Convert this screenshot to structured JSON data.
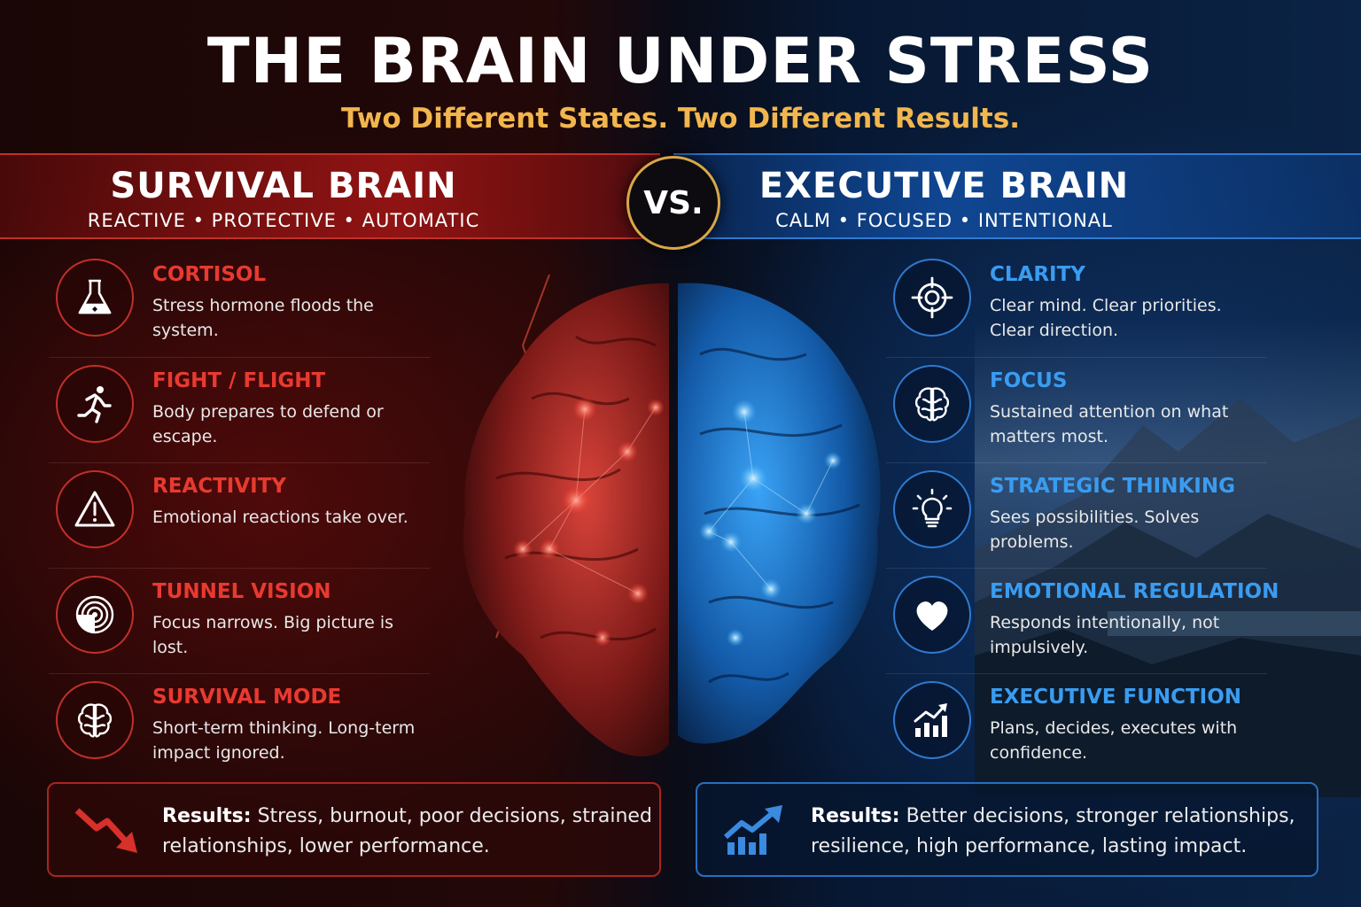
{
  "header": {
    "title": "THE BRAIN UNDER STRESS",
    "subtitle": "Two Different States. Two Different Results."
  },
  "vs_label": "VS.",
  "left": {
    "title": "SURVIVAL BRAIN",
    "subtitle": "REACTIVE • PROTECTIVE • AUTOMATIC",
    "accent": "#e83a30",
    "items": [
      {
        "icon": "flask-icon",
        "title": "CORTISOL",
        "desc": "Stress hormone floods the system."
      },
      {
        "icon": "running-person-icon",
        "title": "FIGHT / FLIGHT",
        "desc": "Body prepares to defend or escape."
      },
      {
        "icon": "warning-icon",
        "title": "REACTIVITY",
        "desc": "Emotional reactions take over."
      },
      {
        "icon": "tunnel-vision-icon",
        "title": "TUNNEL VISION",
        "desc": "Focus narrows. Big picture is lost."
      },
      {
        "icon": "brain-icon",
        "title": "SURVIVAL MODE",
        "desc": "Short-term thinking. Long-term impact ignored."
      }
    ],
    "result_label": "Results:",
    "result_text": " Stress, burnout, poor decisions, strained relationships, lower performance."
  },
  "right": {
    "title": "EXECUTIVE BRAIN",
    "subtitle": "CALM • FOCUSED • INTENTIONAL",
    "accent": "#3a9cf0",
    "items": [
      {
        "icon": "target-icon",
        "title": "CLARITY",
        "desc": "Clear mind. Clear priorities. Clear direction."
      },
      {
        "icon": "brain-icon",
        "title": "FOCUS",
        "desc": "Sustained attention on what matters most."
      },
      {
        "icon": "lightbulb-icon",
        "title": "STRATEGIC THINKING",
        "desc": "Sees possibilities. Solves problems."
      },
      {
        "icon": "heart-icon",
        "title": "EMOTIONAL REGULATION",
        "desc": "Responds intentionally, not impulsively."
      },
      {
        "icon": "growth-chart-icon",
        "title": "EXECUTIVE FUNCTION",
        "desc": "Plans, decides, executes with confidence."
      }
    ],
    "result_label": "Results:",
    "result_text": " Better decisions, stronger relationships, resilience, high performance, lasting impact."
  }
}
